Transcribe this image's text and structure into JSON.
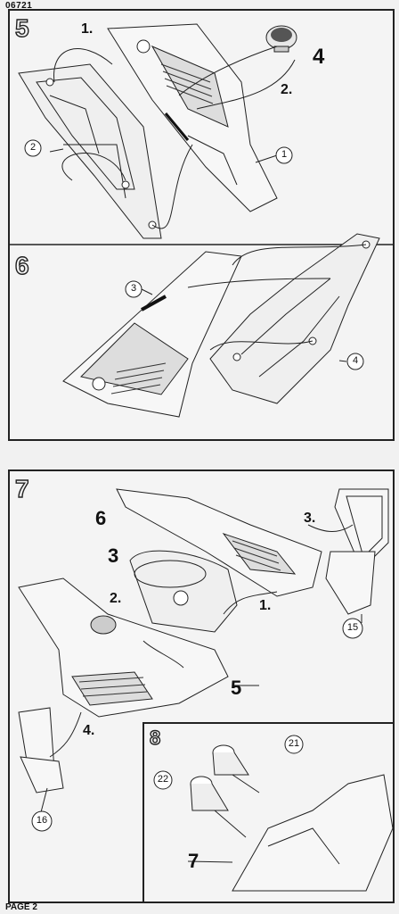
{
  "doc_code": "06721",
  "page_label": "PAGE 2",
  "steps": {
    "s5": {
      "number": "5",
      "callouts": [
        "1.",
        "2."
      ],
      "part_bold": "4",
      "part_circles": [
        "2",
        "1"
      ]
    },
    "s6": {
      "number": "6",
      "part_circles": [
        "3",
        "4"
      ]
    },
    "s7": {
      "number": "7",
      "callouts": [
        "1.",
        "2.",
        "3.",
        "4."
      ],
      "parts_bold": [
        "6",
        "3",
        "5"
      ],
      "part_circles": [
        "15",
        "16"
      ]
    },
    "s8": {
      "number": "8",
      "part_circles": [
        "21",
        "22"
      ],
      "part_bold": "7"
    }
  }
}
